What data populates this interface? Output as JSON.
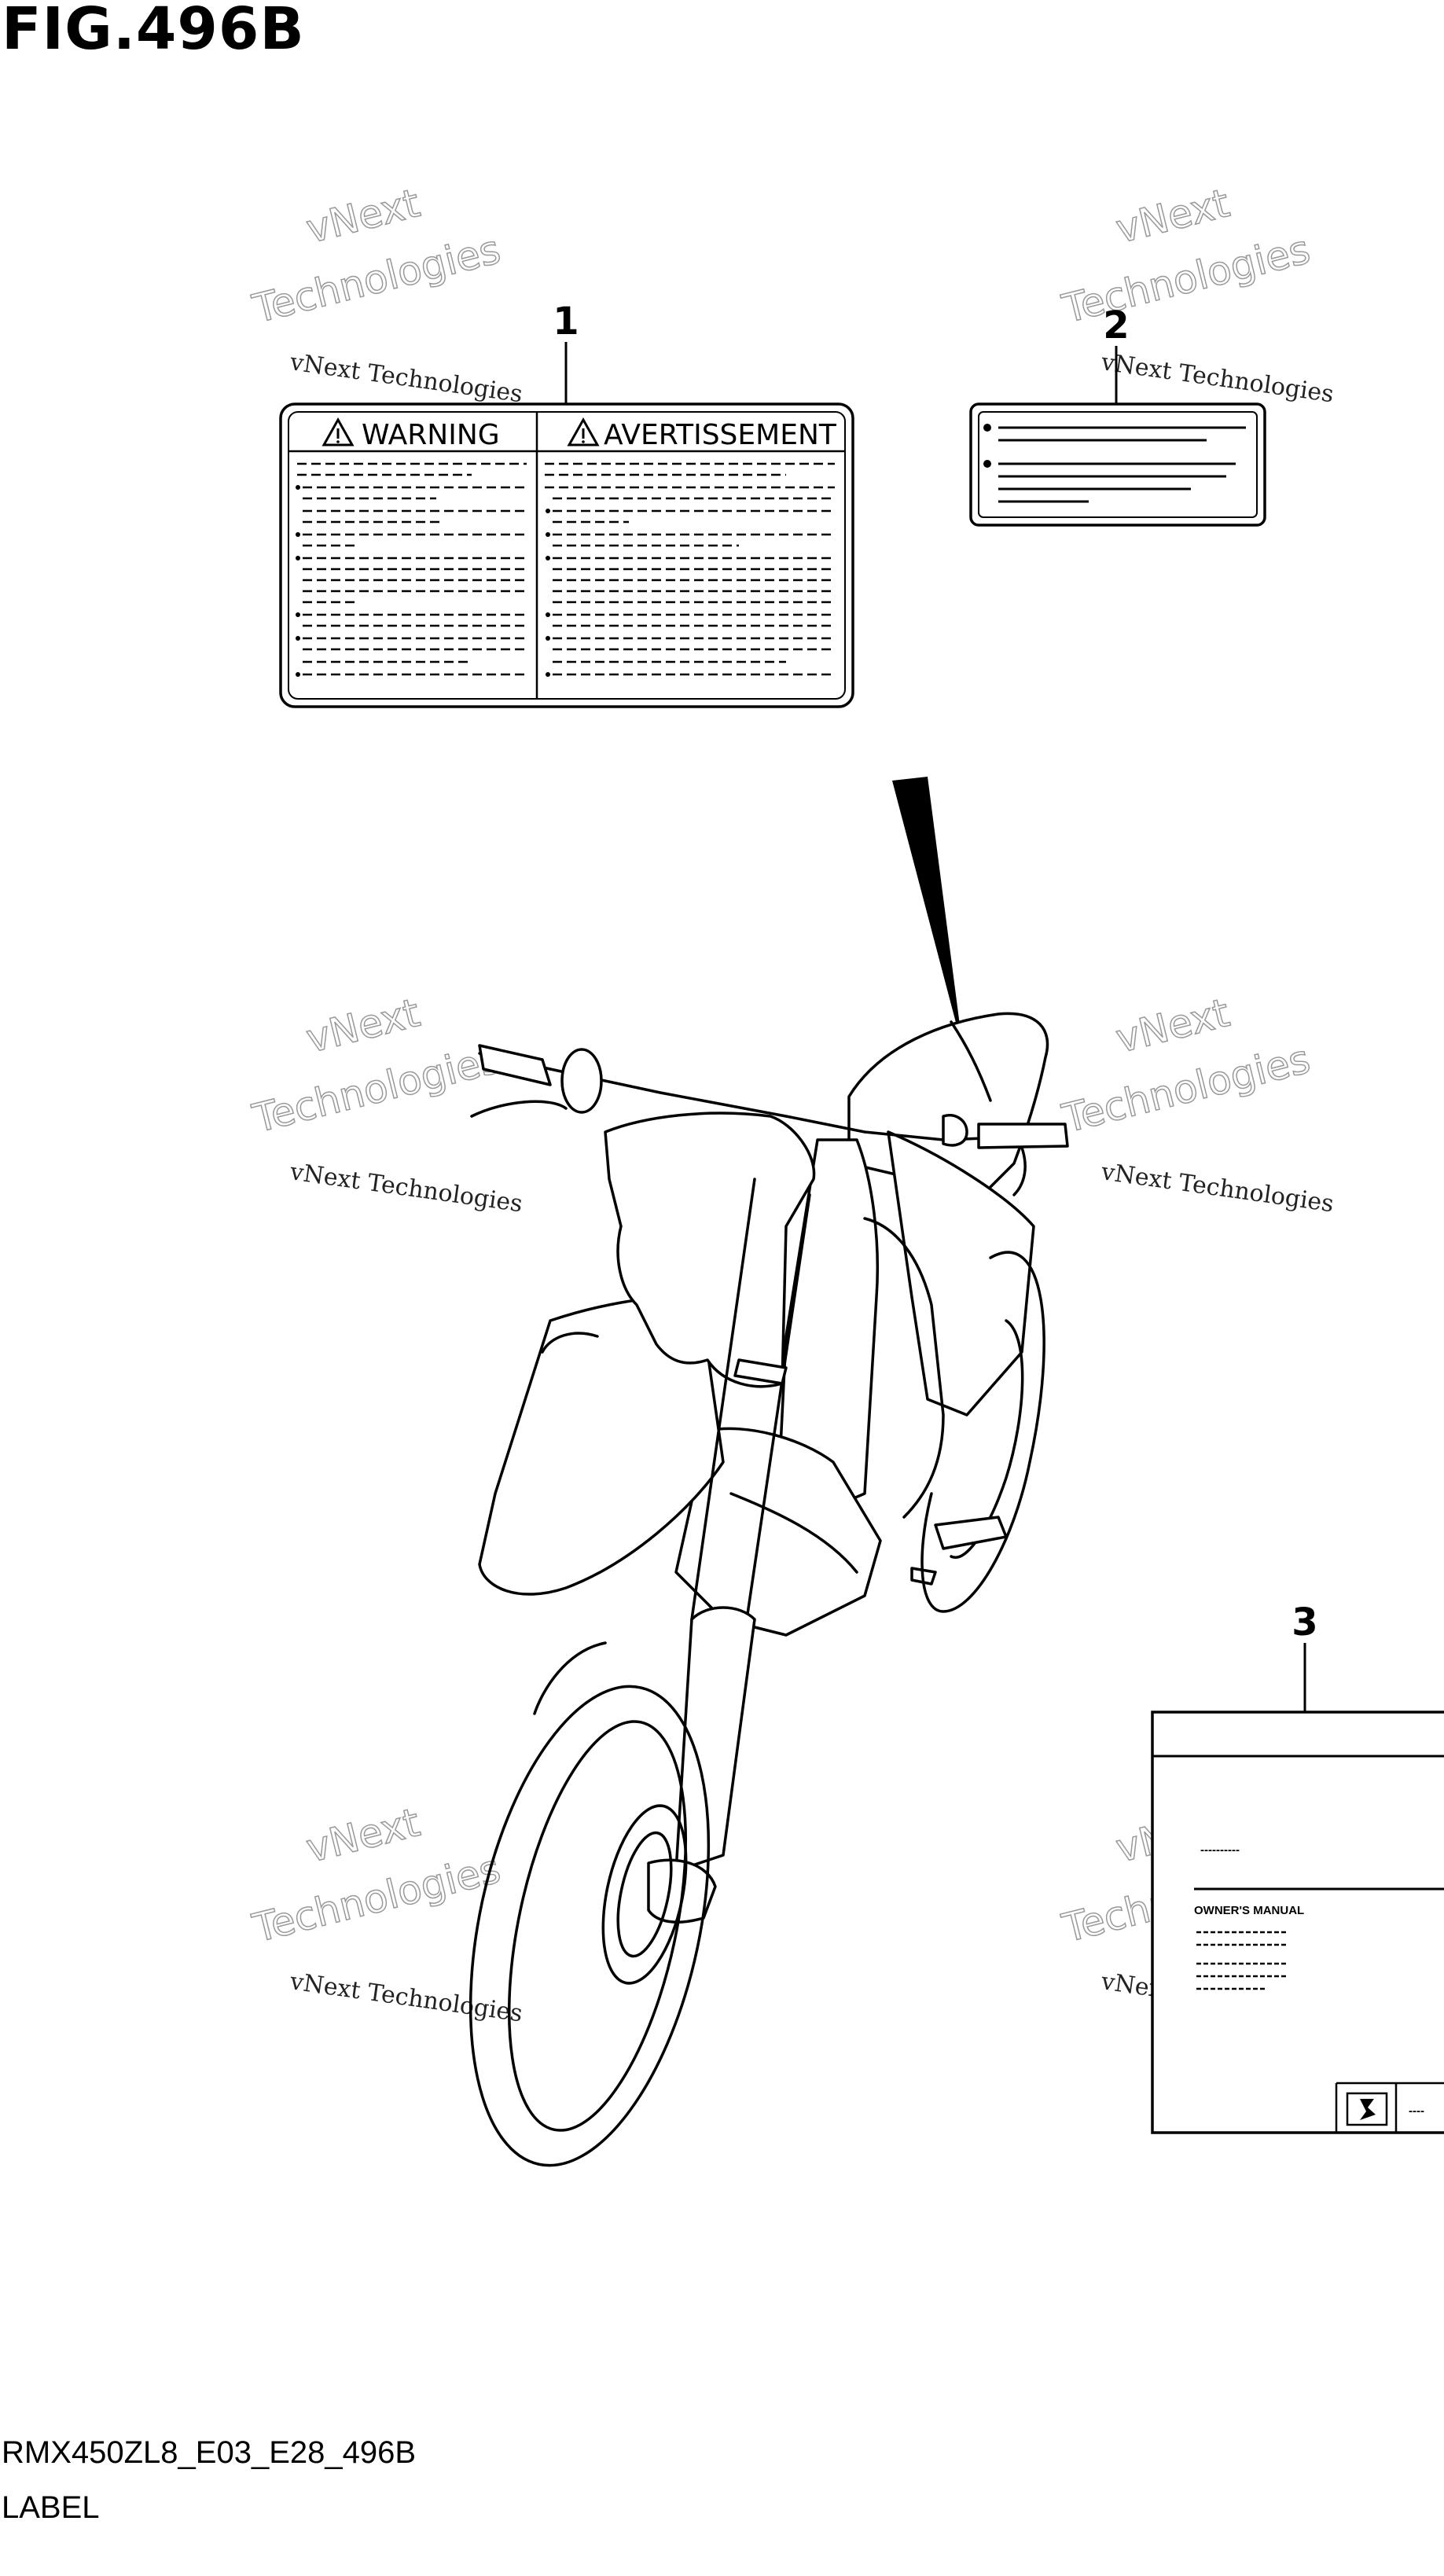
{
  "figure": {
    "title": "FIG.496B",
    "code": "RMX450ZL8_E03_E28_496B",
    "label": "LABEL"
  },
  "callouts": [
    "1",
    "2",
    "3"
  ],
  "label1": {
    "left_heading": "WARNING",
    "right_heading": "AVERTISSEMENT"
  },
  "label3": {
    "dashes": "----------",
    "manual_title": "OWNER'S MANUAL",
    "corner_text": "----"
  },
  "watermark": {
    "line1": "vNext Technologies",
    "line2": "vNext",
    "line3": "Technologies"
  }
}
